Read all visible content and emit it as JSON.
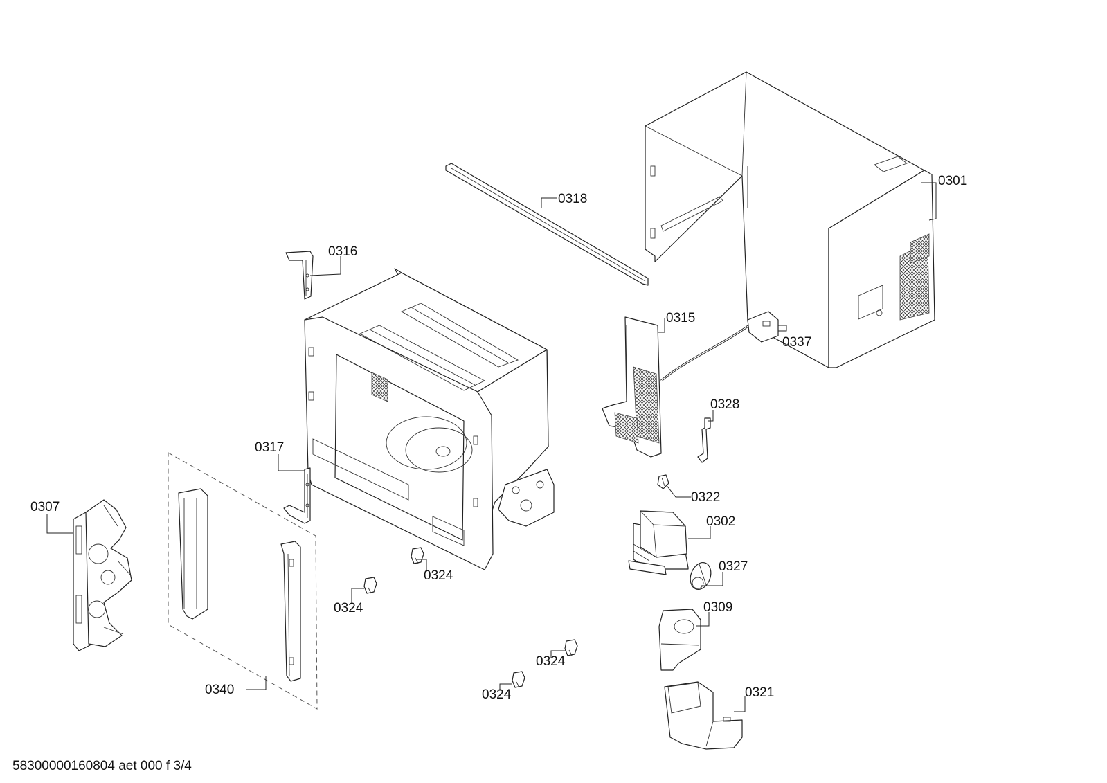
{
  "callouts": {
    "c0301": "0301",
    "c0302": "0302",
    "c0307": "0307",
    "c0309": "0309",
    "c0315": "0315",
    "c0316": "0316",
    "c0317": "0317",
    "c0318": "0318",
    "c0321": "0321",
    "c0322": "0322",
    "c0324a": "0324",
    "c0324b": "0324",
    "c0324c": "0324",
    "c0324d": "0324",
    "c0327": "0327",
    "c0328": "0328",
    "c0337": "0337",
    "c0340": "0340"
  },
  "footer": {
    "drawing_id": "58300000160804 aet 000 f 3/4"
  }
}
